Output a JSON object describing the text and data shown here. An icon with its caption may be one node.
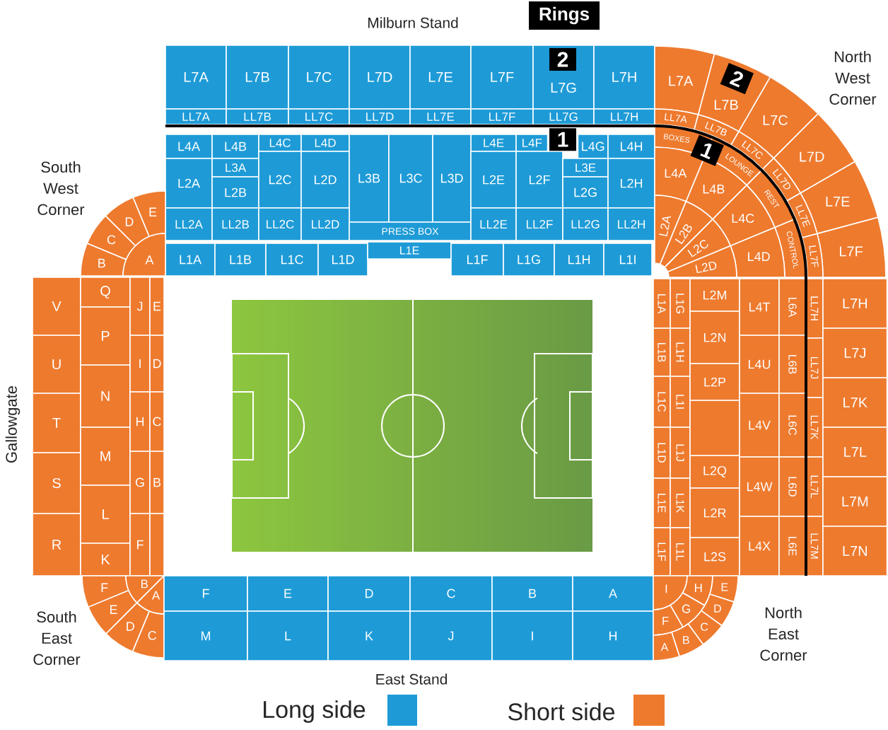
{
  "diagram": {
    "nodes": [
      {
        "text": [
          "L7A"
        ]
      },
      {
        "text": [
          "L7B"
        ]
      },
      {
        "text": [
          "L7C"
        ]
      },
      {
        "text": [
          "L7D"
        ]
      },
      {
        "text": [
          "L7E"
        ]
      },
      {
        "text": [
          "L7F"
        ]
      },
      {
        "text": [
          "L7G"
        ]
      },
      {
        "text": [
          "L7H"
        ]
      },
      {
        "text": [
          "LL7A"
        ]
      },
      {
        "text": [
          "LL7B"
        ]
      },
      {
        "text": [
          "LL7C"
        ]
      },
      {
        "text": [
          "LL7D"
        ]
      },
      {
        "text": [
          "LL7E"
        ]
      },
      {
        "text": [
          "LL7F"
        ]
      },
      {
        "text": [
          "LL7G"
        ]
      },
      {
        "text": [
          "LL7H"
        ]
      },
      {
        "text": [
          "L4A"
        ]
      },
      {
        "text": [
          "L4B"
        ]
      },
      {
        "text": [
          "L4C"
        ]
      },
      {
        "text": [
          "L4D"
        ]
      },
      {
        "text": [
          "L4E"
        ]
      },
      {
        "text": [
          "L4F"
        ]
      },
      {
        "text": [
          "L4G"
        ]
      },
      {
        "text": [
          "L4H"
        ]
      },
      {
        "text": [
          "L2A"
        ]
      },
      {
        "text": [
          "L3A"
        ]
      },
      {
        "text": [
          "L2B"
        ]
      },
      {
        "text": [
          "L2C"
        ]
      },
      {
        "text": [
          "L2D"
        ]
      },
      {
        "text": [
          "L3B"
        ]
      },
      {
        "text": [
          "L3C"
        ]
      },
      {
        "text": [
          "L3D"
        ]
      },
      {
        "text": [
          "L2E"
        ]
      },
      {
        "text": [
          "L2F"
        ]
      },
      {
        "text": [
          "L3E"
        ]
      },
      {
        "text": [
          "L2G"
        ]
      },
      {
        "text": [
          "L2H"
        ]
      },
      {
        "text": [
          "LL2A"
        ]
      },
      {
        "text": [
          "LL2B"
        ]
      },
      {
        "text": [
          "LL2C"
        ]
      },
      {
        "text": [
          "LL2D"
        ]
      },
      {
        "text": [
          "PRESS BOX"
        ]
      },
      {
        "text": [
          "LL2E"
        ]
      },
      {
        "text": [
          "LL2F"
        ]
      },
      {
        "text": [
          "LL2G"
        ]
      },
      {
        "text": [
          "LL2H"
        ]
      },
      {
        "text": [
          "L1A"
        ]
      },
      {
        "text": [
          "L1B"
        ]
      },
      {
        "text": [
          "L1C"
        ]
      },
      {
        "text": [
          "L1D"
        ]
      },
      {
        "text": [
          "L1E"
        ]
      },
      {
        "text": [
          "L1F"
        ]
      },
      {
        "text": [
          "L1G"
        ]
      },
      {
        "text": [
          "L1H"
        ]
      },
      {
        "text": [
          "L1I"
        ]
      },
      {
        "text": [
          "L7A"
        ]
      },
      {
        "text": [
          "L7B"
        ]
      },
      {
        "text": [
          "L7C"
        ]
      },
      {
        "text": [
          "L7D"
        ]
      },
      {
        "text": [
          "L7E"
        ]
      },
      {
        "text": [
          "L7F"
        ]
      },
      {
        "text": [
          "LL7A"
        ]
      },
      {
        "text": [
          "LL7B"
        ]
      },
      {
        "text": [
          "LL7C"
        ]
      },
      {
        "text": [
          "LL7D"
        ]
      },
      {
        "text": [
          "LL7E"
        ]
      },
      {
        "text": [
          "LL7F"
        ]
      },
      {
        "text": [
          "BOXES"
        ]
      },
      {
        "text": [
          "LOUNGE"
        ]
      },
      {
        "text": [
          "REST"
        ]
      },
      {
        "text": [
          "CONTROL"
        ]
      },
      {
        "text": [
          "L4A"
        ]
      },
      {
        "text": [
          "L4B"
        ]
      },
      {
        "text": [
          "L4C"
        ]
      },
      {
        "text": [
          "L4D"
        ]
      },
      {
        "text": [
          "L2A"
        ]
      },
      {
        "text": [
          "L2B"
        ]
      },
      {
        "text": [
          "L2C"
        ]
      },
      {
        "text": [
          "L2D"
        ]
      },
      {
        "text": [
          "E"
        ]
      },
      {
        "text": [
          "D"
        ]
      },
      {
        "text": [
          "C"
        ]
      },
      {
        "text": [
          "B"
        ]
      },
      {
        "text": [
          "A"
        ]
      },
      {
        "text": [
          "V"
        ]
      },
      {
        "text": [
          "U"
        ]
      },
      {
        "text": [
          "T"
        ]
      },
      {
        "text": [
          "S"
        ]
      },
      {
        "text": [
          "R"
        ]
      },
      {
        "text": [
          "Q"
        ]
      },
      {
        "text": [
          "P"
        ]
      },
      {
        "text": [
          "N"
        ]
      },
      {
        "text": [
          "M"
        ]
      },
      {
        "text": [
          "L"
        ]
      },
      {
        "text": [
          "K"
        ]
      },
      {
        "text": [
          "J"
        ]
      },
      {
        "text": [
          "I"
        ]
      },
      {
        "text": [
          "H"
        ]
      },
      {
        "text": [
          "G"
        ]
      },
      {
        "text": [
          "F"
        ]
      },
      {
        "text": [
          "E"
        ]
      },
      {
        "text": [
          "D"
        ]
      },
      {
        "text": [
          "C"
        ]
      },
      {
        "text": [
          "B"
        ]
      },
      {
        "text": [],
        "shape": "box"
      },
      {
        "text": [
          "L1A"
        ]
      },
      {
        "text": [
          "L1B"
        ]
      },
      {
        "text": [
          "L1C"
        ]
      },
      {
        "text": [
          "L1D"
        ]
      },
      {
        "text": [
          "L1E"
        ]
      },
      {
        "text": [
          "L1F"
        ]
      },
      {
        "text": [
          "L1G"
        ]
      },
      {
        "text": [
          "L1H"
        ]
      },
      {
        "text": [
          "L1I"
        ]
      },
      {
        "text": [
          "L1J"
        ]
      },
      {
        "text": [
          "L1K"
        ]
      },
      {
        "text": [
          "L1L"
        ]
      },
      {
        "text": [
          "L2M"
        ]
      },
      {
        "text": [
          "L2N"
        ]
      },
      {
        "text": [
          "L2P"
        ]
      },
      {
        "text": [],
        "shape": "box"
      },
      {
        "text": [
          "L2Q"
        ]
      },
      {
        "text": [
          "L2R"
        ]
      },
      {
        "text": [
          "L2S"
        ]
      },
      {
        "text": [
          "L4T"
        ]
      },
      {
        "text": [
          "L4U"
        ]
      },
      {
        "text": [
          "L4V"
        ]
      },
      {
        "text": [
          "L4W"
        ]
      },
      {
        "text": [
          "L4X"
        ]
      },
      {
        "text": [
          "L6A"
        ]
      },
      {
        "text": [
          "L6B"
        ]
      },
      {
        "text": [
          "L6C"
        ]
      },
      {
        "text": [
          "L6D"
        ]
      },
      {
        "text": [
          "L6E"
        ]
      },
      {
        "text": [
          "LL7H"
        ]
      },
      {
        "text": [
          "LL7J"
        ]
      },
      {
        "text": [
          "LL7K"
        ]
      },
      {
        "text": [
          "LL7L"
        ]
      },
      {
        "text": [
          "LL7M"
        ]
      },
      {
        "text": [
          "L7H"
        ]
      },
      {
        "text": [
          "L7J"
        ]
      },
      {
        "text": [
          "L7K"
        ]
      },
      {
        "text": [
          "L7L"
        ]
      },
      {
        "text": [
          "L7M"
        ]
      },
      {
        "text": [
          "L7N"
        ]
      },
      {
        "text": [
          "F"
        ]
      },
      {
        "text": [
          "E"
        ]
      },
      {
        "text": [
          "D"
        ]
      },
      {
        "text": [
          "C"
        ]
      },
      {
        "text": [
          "B"
        ]
      },
      {
        "text": [
          "A"
        ]
      },
      {
        "text": [
          "F"
        ]
      },
      {
        "text": [
          "E"
        ]
      },
      {
        "text": [
          "D"
        ]
      },
      {
        "text": [
          "C"
        ]
      },
      {
        "text": [
          "B"
        ]
      },
      {
        "text": [
          "A"
        ]
      },
      {
        "text": [
          "M"
        ]
      },
      {
        "text": [
          "L"
        ]
      },
      {
        "text": [
          "K"
        ]
      },
      {
        "text": [
          "J"
        ]
      },
      {
        "text": [
          "I"
        ]
      },
      {
        "text": [
          "H"
        ]
      },
      {
        "text": [
          "I"
        ]
      },
      {
        "text": [
          "H"
        ]
      },
      {
        "text": [
          "G"
        ]
      },
      {
        "text": [
          "F"
        ]
      },
      {
        "text": [
          "E"
        ]
      },
      {
        "text": [
          "D"
        ]
      },
      {
        "text": [
          "C"
        ]
      },
      {
        "text": [
          "B"
        ]
      },
      {
        "text": [
          "A"
        ]
      }
    ],
    "labels": [
      "Milburn Stand",
      "Rings",
      "2",
      "2",
      "North West Corner",
      "1",
      "1",
      "South West Corner",
      "Gallowgate",
      "South East Corner",
      "North East Corner",
      "East Stand"
    ],
    "legend": [
      {
        "text": "Long side",
        "color": "#1e9bd7"
      },
      {
        "text": "Short side",
        "color": "#ee7a2e"
      }
    ]
  }
}
